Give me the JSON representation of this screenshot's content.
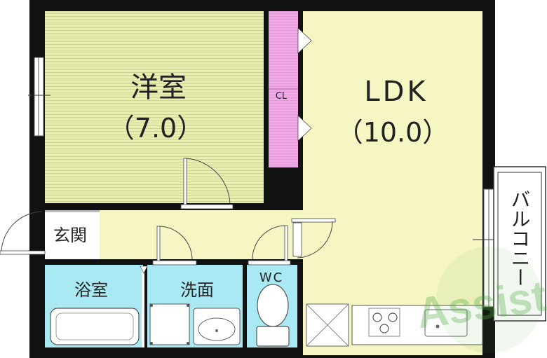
{
  "rooms": {
    "western": {
      "name": "洋室",
      "size": "（7.0）"
    },
    "ldk": {
      "name": "LDK",
      "size": "（10.0）"
    },
    "closet": {
      "name": "CL"
    },
    "entrance": {
      "name": "玄関"
    },
    "bath": {
      "name": "浴室"
    },
    "washroom": {
      "name": "洗面"
    },
    "wc": {
      "name": "WC"
    },
    "balcony": {
      "name": "バルコニー"
    }
  },
  "watermark": {
    "text": "Assist"
  },
  "colors": {
    "western_floor": "#e9edb0",
    "ldk_floor": "#f6f6c4",
    "hall_floor": "#f6f6c4",
    "closet": "#f1a8e6",
    "wet_area": "#a9e9f3",
    "wall": "#111111",
    "watermark": "#4ca83a"
  }
}
